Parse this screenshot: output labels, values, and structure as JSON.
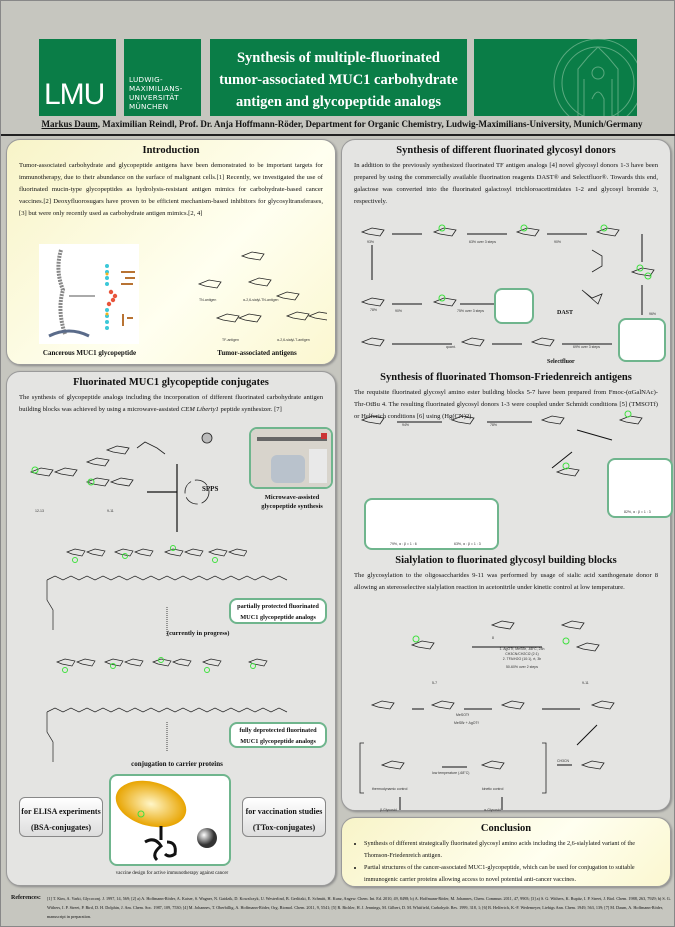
{
  "header": {
    "logo": "LMU",
    "university_lines": [
      "LUDWIG-",
      "MAXIMILIANS-",
      "UNIVERSITÄT",
      "MÜNCHEN"
    ],
    "title_lines": [
      "Synthesis of multiple-fluorinated",
      "tumor-associated MUC1 carbohydrate",
      "antigen and glycopeptide analogs"
    ],
    "author_presenting": "Markus Daum",
    "authors_rest": ", Maximilian Reindl, Prof. Dr. Anja Hoffmann-Röder, Department for Organic Chemistry, Ludwig-Maximilians-University, Munich/Germany"
  },
  "intro": {
    "heading": "Introduction",
    "text": "Tumor-associated carbohydrate and glycopeptide antigens have been demonstrated to be important targets for immunotherapy, due to their abundance on the surface of malignant cells.[1] Recently, we investigated the use of fluorinated mucin-type glycopeptides as hydrolysis-resistant antigen mimics for carbohydrate-based cancer vaccines.[2] Deoxyfluorosugars have proven to be efficient mechanism-based inhibitors for glycosyltransferases,[3] but were only recently used as carbohydrate antigen mimics.[2, 4]",
    "caption_left": "Cancerous MUC1 glycopeptide",
    "caption_right": "Tumor-associated antigens",
    "antigen_labels": [
      "TN-antigen",
      "α-2,6-sialyl-TN-antigen",
      "TF-antigen",
      "α-2,6-sialyl-T-antigen"
    ]
  },
  "muc1": {
    "heading": "Fluorinated MUC1 glycopeptide conjugates",
    "text_before": "The synthesis of glycopeptide analogs including the incorporation of different fluorinated carbohydrate antigen building blocks was achieved by using a microwave-assisted ",
    "text_italic": "CEM Liberty1",
    "text_after": " peptide synthesizer. [7]",
    "spps": "SPPS",
    "photo_caption": "Microwave-assisted glycopeptide synthesis",
    "partial": "partially protected fluorinated MUC1 glycopeptide analogs",
    "in_progress": "(currently in progress)",
    "full": "fully deprotected fluorinated MUC1 glycopeptide analogs",
    "conjugation": "conjugation to carrier proteins",
    "elisa": [
      "for ELISA experiments",
      "(BSA-conjugates)"
    ],
    "vaccination": [
      "for vaccination studies",
      "(TTox-conjugates)"
    ],
    "vaccine_caption": "vaccine design for active immunotherapy against cancer",
    "compound_labels": [
      "12-13",
      "9-11",
      "14",
      "15",
      "16",
      "17",
      "18"
    ]
  },
  "donors": {
    "heading": "Synthesis of different fluorinated glycosyl donors",
    "text": "In addition to the previously synthesized fluorinated TF antigen analogs [4] novel glycosyl donors 1-3 have been prepared by using the commercially available fluorination reagents DAST® and Selectfluor®. Towards this end, galactose was converted into the fluorinated galactosyl trichloroacetimidates 1-2 and glycosyl bromide 3, respectively.",
    "dast": "DAST",
    "selectfluor": "Selectfluor",
    "yields": [
      "93%",
      "63% over 3 steps",
      "90%",
      "78%",
      "90%",
      "75% over 3 steps",
      "quant.",
      "69% over 3 steps",
      "96%"
    ]
  },
  "tf": {
    "heading": "Synthesis of fluorinated Thomson-Friedenreich antigens",
    "text": "The requisite fluorinated glycosyl amino ester building blocks 5-7 have been prepared from Fmoc-(αGalNAc)-Thr-OtBu 4. The resulting fluorinated glycosyl donors 1-3 were coupled under Schmidt conditions [5] (TMSOTf) or Helferich conditions [6] using (Hg(CN)2).",
    "yields": [
      "94%",
      "78%",
      "79%, α : β = 1 : 6",
      "63%, α : β = 1 : 3",
      "82%, α : β = 1 : 3"
    ]
  },
  "sialyl": {
    "heading": "Sialylation to fluorinated glycosyl building blocks",
    "text": "The glycosylation to the oligosaccharides 9-11 was performed by usage of sialic acid xanthogenate donor 8 allowing an stereoselective sialylation reaction in acetonitrile under kinetic control at low temperature.",
    "conditions": [
      "1. AgOTf, MeSBr, -68°C, 24h",
      "CH3CN/CH2Cl2 (2:1)",
      "2. TFA/H2O (10:1), rt, 3h",
      "50-60% over 2 steps"
    ],
    "labels": [
      "5-7",
      "9-11",
      "8",
      "MeSOTf",
      "MeSBr + AgOTf",
      "thermodynamic control",
      "kinetic control",
      "low temperature (-68°C)",
      "CH3CN",
      "β-Glycosid",
      "α-Glycosid"
    ]
  },
  "conclusion": {
    "heading": "Conclusion",
    "bullets": [
      "Synthesis of different strategically fluorinated glycosyl amino acids including the 2,6-sialylated variant of the Thomson-Friedenreich antigen.",
      "Partial structures of the cancer-associated MUC1-glycopeptide, which can be used for conjugation to suitable immunogenic carrier proteins allowing access to novel potential anti-cancer vaccines."
    ]
  },
  "references": {
    "heading": "References:",
    "text": "[1] T. Kim, A. Varki, Glycoconj. J. 1997, 14, 569; [2] a) A. Hoffmann-Röder, A. Kaiser, S. Wagner, N. Gaidzik, D. Kowalczyk, U. Westerlind, B. Gerlitzki, E. Schmitt, H. Kunz, Angew. Chem. Int. Ed. 2010, 49, 8498; b) A. Hoffmann-Röder, M. Johannes, Chem. Commun. 2011, 47, 9903; [3] a) S. G. Withers, K. Rupitz, I. P. Street, J. Biol. Chem. 1988, 263, 7929; b) S. G. Withers, I. P. Street, P. Bird, D. H. Dolphin, J. Am. Chem. Soc. 1987, 109, 7530; [4] M. Johannes, T. Oberbillig, A. Hoffmann-Röder, Org. Biomol. Chem. 2011, 9, 5541; [5] R. Bichler, H. J. Jennings, M. Gilbert, D. M. Whitfield, Carbohydr. Res. 1999, 318, 1; [6] B. Helferich, K.-F. Wedemeyer, Liebigs Ann. Chem. 1949, 563, 139; [7] M. Daum, A. Hoffmann-Röder, manuscript in preparation."
  },
  "colors": {
    "brand_green": "#0a7d47",
    "fluorine_highlight": "#3ee03e",
    "panel_yellow": "#fbf7d0",
    "panel_grey": "#e4e4e2"
  }
}
